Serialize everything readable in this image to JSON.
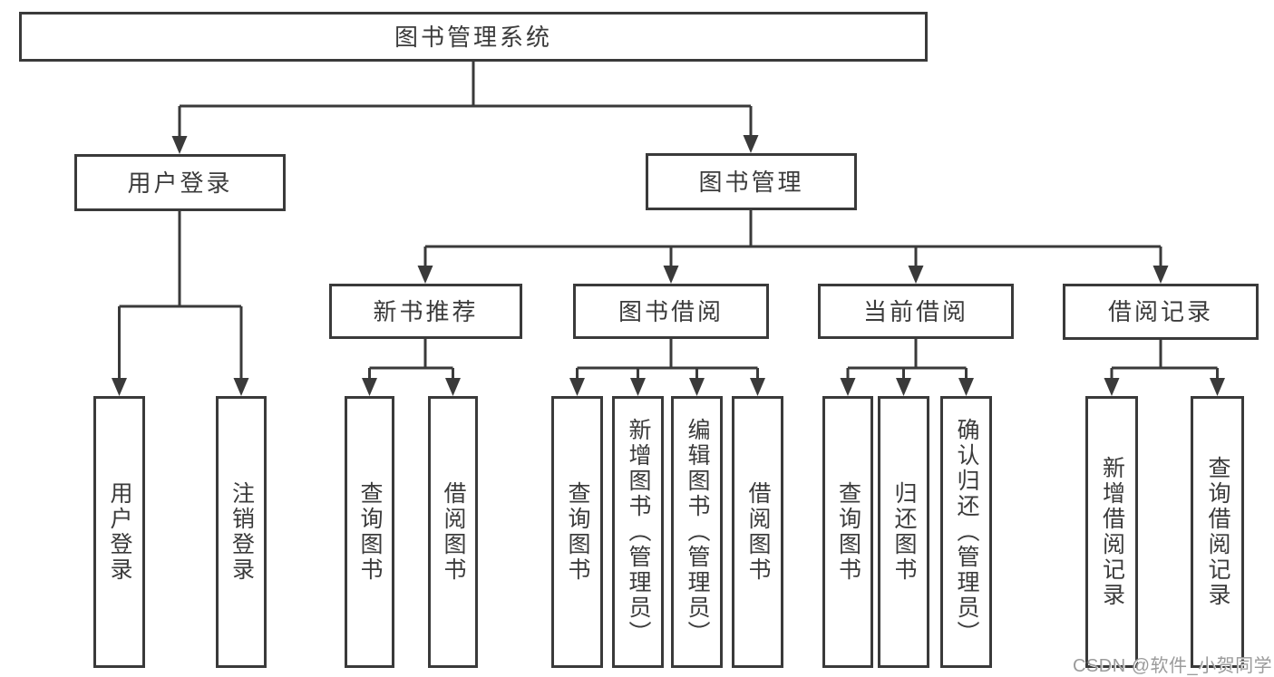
{
  "diagram": {
    "root": "图书管理系统",
    "branches": [
      {
        "label": "用户登录",
        "children": [
          {
            "label": "用户登录"
          },
          {
            "label": "注销登录"
          }
        ]
      },
      {
        "label": "图书管理",
        "children": [
          {
            "label": "新书推荐",
            "children": [
              {
                "label": "查询图书"
              },
              {
                "label": "借阅图书"
              }
            ]
          },
          {
            "label": "图书借阅",
            "children": [
              {
                "label": "查询图书"
              },
              {
                "label": "新增图书（管理员）"
              },
              {
                "label": "编辑图书（管理员）"
              },
              {
                "label": "借阅图书"
              }
            ]
          },
          {
            "label": "当前借阅",
            "children": [
              {
                "label": "查询图书"
              },
              {
                "label": "归还图书"
              },
              {
                "label": "确认归还（管理员）"
              }
            ]
          },
          {
            "label": "借阅记录",
            "children": [
              {
                "label": "新增借阅记录"
              },
              {
                "label": "查询借阅记录"
              }
            ]
          }
        ]
      }
    ]
  },
  "watermark": {
    "text": "CSDN @软件_小贺同学"
  },
  "colors": {
    "line": "#3a3a3a",
    "border": "#3a3a3a",
    "text": "#3b3b3b",
    "watermark_text": "#9b9b9b",
    "background": "#ffffff"
  }
}
